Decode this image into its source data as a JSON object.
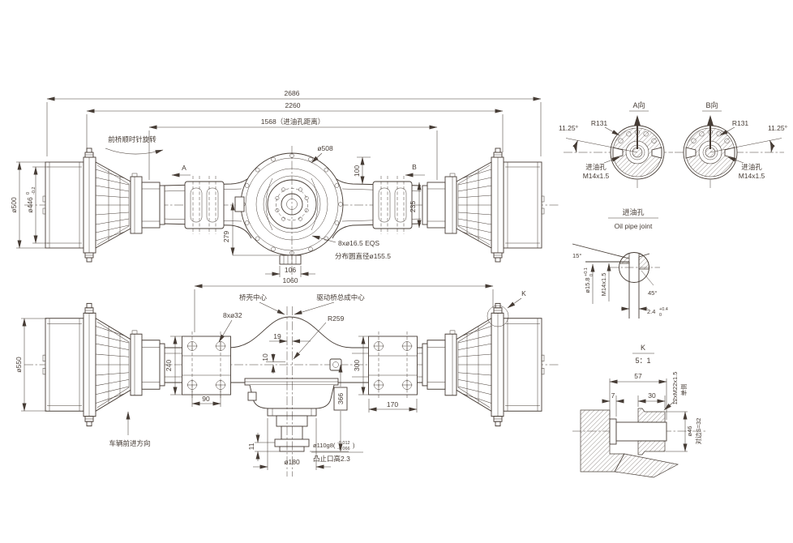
{
  "colors": {
    "line": "#463c35",
    "background": "#ffffff"
  },
  "top_view": {
    "rotation_note": "前桥顺时针旋转",
    "section_a": "A",
    "section_b": "B",
    "dim_overall": "2686",
    "dim_flange": "2260",
    "dim_oil": "1568（进油孔距离）",
    "dim_cover": "ø508",
    "dim_100": "100",
    "dim_235": "235",
    "dim_279": "279",
    "dim_106": "106",
    "bolt_note": "8xø16.5 EQS",
    "bolt_circle": "分布圆直径ø155.5",
    "drum_od": "ø500",
    "drum_id": "ø446",
    "drum_id_up": "0",
    "drum_id_dn": "-0.2"
  },
  "bottom_view": {
    "dim_1060": "1060",
    "housing_center": "桥壳中心",
    "assembly_center": "驱动桥总成中心",
    "r259": "R259",
    "bolt_note": "8xø32",
    "dim_19": "19",
    "dim_10": "10",
    "dim_240": "240",
    "dim_90": "90",
    "dim_300": "300",
    "dim_170": "170",
    "dim_366": "366",
    "dim_11": "11",
    "hub_fit": "ø110g8(",
    "hub_fit_up": "-0.012",
    "hub_fit_dn": "-0.066",
    "hub_fit_close": ")",
    "spigot": "凸止口高2.3",
    "dim_180": "ø180",
    "drum_od": "ø550",
    "detail_k": "K",
    "direction_note": "车辆前进方向"
  },
  "view_a": {
    "title": "A向",
    "radius": "R131",
    "angle": "11.25°",
    "oil": "进油孔",
    "thread": "M14x1.5"
  },
  "view_b": {
    "title": "B向",
    "radius": "R131",
    "angle": "11.25°",
    "oil": "进油孔",
    "thread": "M14x1.5"
  },
  "oil_joint": {
    "title_cn": "进油孔",
    "title_en": "Oil pipe joint",
    "angle_top": "15°",
    "bore": "ø15.8",
    "bore_up": "+0.1",
    "bore_dn": "0",
    "thread": "M14x1.5",
    "chamfer": "45°",
    "depth": "2.4",
    "depth_up": "+0.4",
    "depth_dn": "0"
  },
  "detail_k": {
    "title": "K",
    "scale": "5：1",
    "dim_57": "57",
    "dim_7": "7",
    "dim_30": "30",
    "thread": "12xM22x1.5",
    "side": "单侧",
    "dia": "ø46",
    "flats": "对边S=32"
  }
}
